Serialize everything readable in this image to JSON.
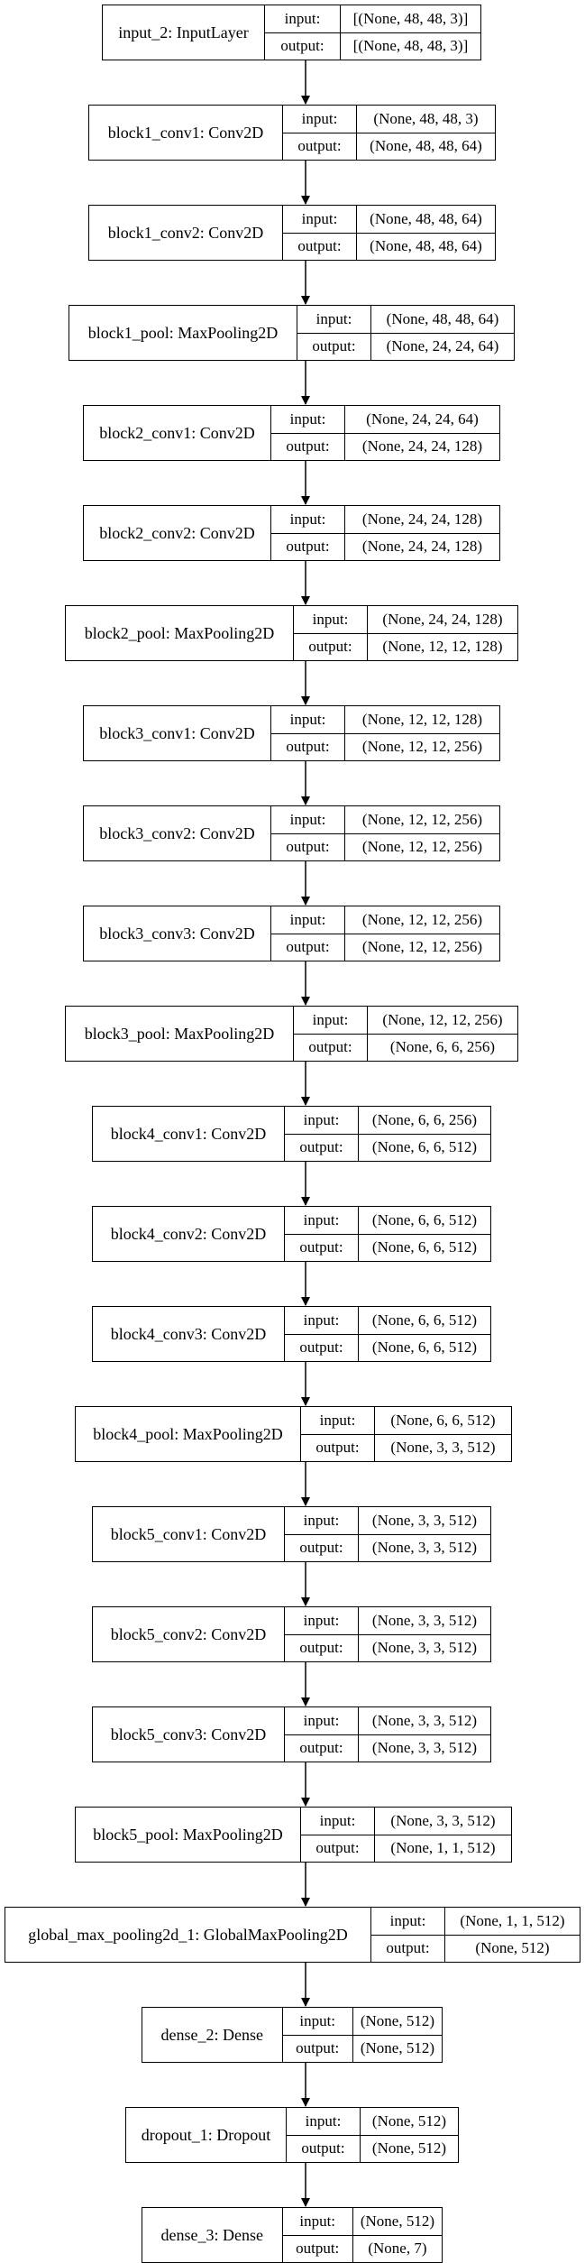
{
  "labels": {
    "input": "input:",
    "output": "output:"
  },
  "nodes": [
    {
      "name": "input_2: InputLayer",
      "input": "[(None, 48, 48, 3)]",
      "output": "[(None, 48, 48, 3)]"
    },
    {
      "name": "block1_conv1: Conv2D",
      "input": "(None, 48, 48, 3)",
      "output": "(None, 48, 48, 64)"
    },
    {
      "name": "block1_conv2: Conv2D",
      "input": "(None, 48, 48, 64)",
      "output": "(None, 48, 48, 64)"
    },
    {
      "name": "block1_pool: MaxPooling2D",
      "input": "(None, 48, 48, 64)",
      "output": "(None, 24, 24, 64)"
    },
    {
      "name": "block2_conv1: Conv2D",
      "input": "(None, 24, 24, 64)",
      "output": "(None, 24, 24, 128)"
    },
    {
      "name": "block2_conv2: Conv2D",
      "input": "(None, 24, 24, 128)",
      "output": "(None, 24, 24, 128)"
    },
    {
      "name": "block2_pool: MaxPooling2D",
      "input": "(None, 24, 24, 128)",
      "output": "(None, 12, 12, 128)"
    },
    {
      "name": "block3_conv1: Conv2D",
      "input": "(None, 12, 12, 128)",
      "output": "(None, 12, 12, 256)"
    },
    {
      "name": "block3_conv2: Conv2D",
      "input": "(None, 12, 12, 256)",
      "output": "(None, 12, 12, 256)"
    },
    {
      "name": "block3_conv3: Conv2D",
      "input": "(None, 12, 12, 256)",
      "output": "(None, 12, 12, 256)"
    },
    {
      "name": "block3_pool: MaxPooling2D",
      "input": "(None, 12, 12, 256)",
      "output": "(None, 6, 6, 256)"
    },
    {
      "name": "block4_conv1: Conv2D",
      "input": "(None, 6, 6, 256)",
      "output": "(None, 6, 6, 512)"
    },
    {
      "name": "block4_conv2: Conv2D",
      "input": "(None, 6, 6, 512)",
      "output": "(None, 6, 6, 512)"
    },
    {
      "name": "block4_conv3: Conv2D",
      "input": "(None, 6, 6, 512)",
      "output": "(None, 6, 6, 512)"
    },
    {
      "name": "block4_pool: MaxPooling2D",
      "input": "(None, 6, 6, 512)",
      "output": "(None, 3, 3, 512)"
    },
    {
      "name": "block5_conv1: Conv2D",
      "input": "(None, 3, 3, 512)",
      "output": "(None, 3, 3, 512)"
    },
    {
      "name": "block5_conv2: Conv2D",
      "input": "(None, 3, 3, 512)",
      "output": "(None, 3, 3, 512)"
    },
    {
      "name": "block5_conv3: Conv2D",
      "input": "(None, 3, 3, 512)",
      "output": "(None, 3, 3, 512)"
    },
    {
      "name": "block5_pool: MaxPooling2D",
      "input": "(None, 3, 3, 512)",
      "output": "(None, 1, 1, 512)"
    },
    {
      "name": "global_max_pooling2d_1: GlobalMaxPooling2D",
      "input": "(None, 1, 1, 512)",
      "output": "(None, 512)"
    },
    {
      "name": "dense_2: Dense",
      "input": "(None, 512)",
      "output": "(None, 512)"
    },
    {
      "name": "dropout_1: Dropout",
      "input": "(None, 512)",
      "output": "(None, 512)"
    },
    {
      "name": "dense_3: Dense",
      "input": "(None, 512)",
      "output": "(None, 7)"
    }
  ]
}
